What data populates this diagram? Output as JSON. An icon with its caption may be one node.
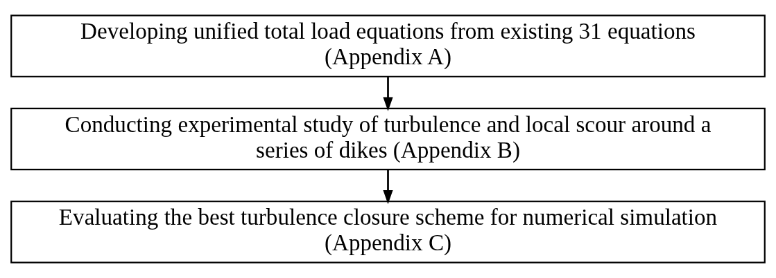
{
  "diagram": {
    "nodes": [
      {
        "text": [
          "Developing unified total load equations from existing 31 equations (Appendix A)"
        ]
      },
      {
        "text": [
          "Conducting experimental study of turbulence and local scour around a series of dikes (Appendix B)"
        ]
      },
      {
        "text": [
          "Evaluating the best turbulence closure scheme for numerical simulation (Appendix C)"
        ]
      }
    ],
    "edges": [
      {
        "from": 0,
        "to": 1,
        "arrow": "to"
      },
      {
        "from": 1,
        "to": 2,
        "arrow": "to"
      }
    ]
  }
}
